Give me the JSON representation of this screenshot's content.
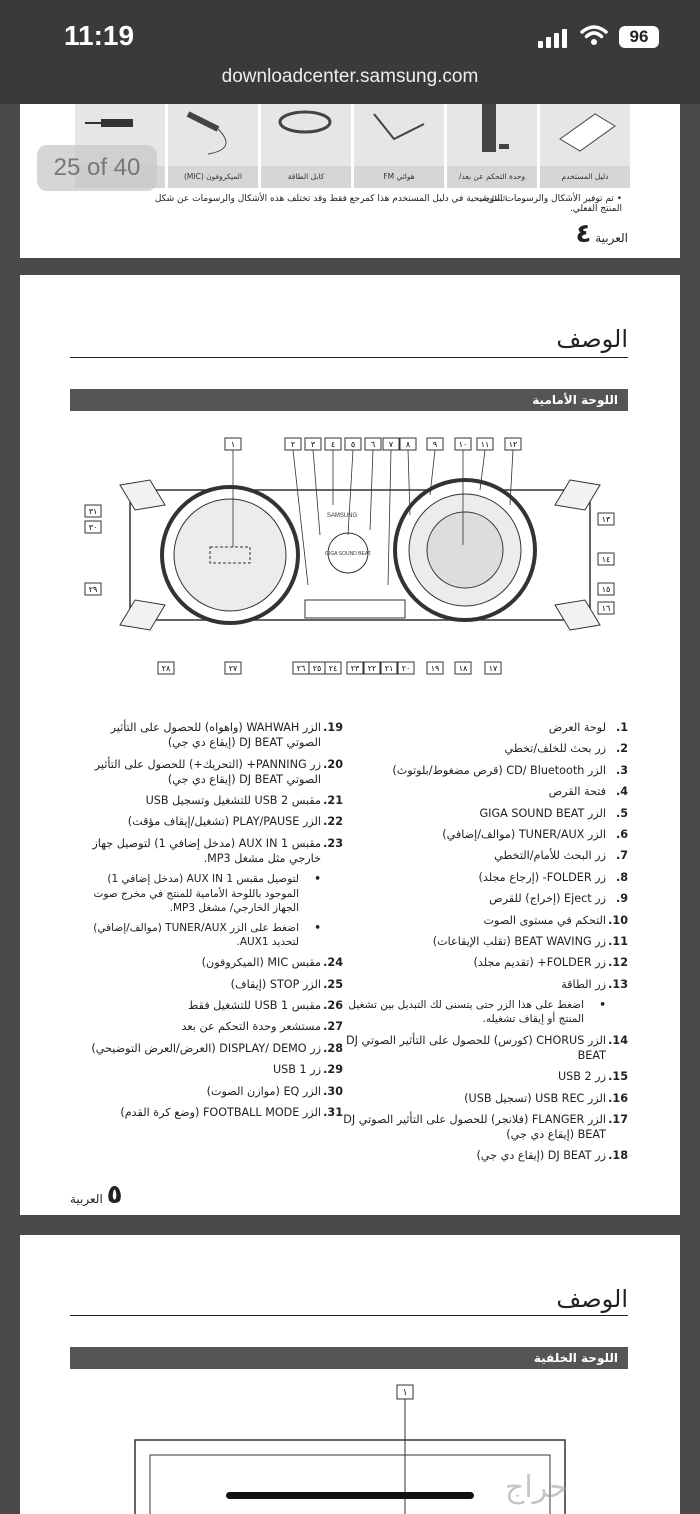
{
  "status_bar": {
    "time": "11:19",
    "battery": "96",
    "url": "downloadcenter.samsung.com"
  },
  "page1": {
    "pager": "25 of 40",
    "accessories": [
      {
        "name": "remote-control-icon",
        "label": "دليل المستخدم"
      },
      {
        "name": "remote-icon",
        "label": "وحدة التحكم عن بعد/ البطاريات"
      },
      {
        "name": "fm-antenna-icon",
        "label": "هوائي FM"
      },
      {
        "name": "power-cable-icon",
        "label": "كابل الطاقة"
      },
      {
        "name": "microphone-icon",
        "label": "الميكروفون (MIC)"
      },
      {
        "name": "adapter-icon",
        "label": ""
      }
    ],
    "note": "تم توفير الأشكال والرسومات التوضيحية في دليل المستخدم هذا كمرجع فقط وقد تختلف هذه الأشكال والرسومات عن شكل المنتج الفعلي.",
    "footer_num": "٤",
    "footer_lang": "العربية"
  },
  "page2": {
    "title": "الوصف",
    "section": "اللوحة الأمامية",
    "diagram_brand": "SAMSUNG",
    "diagram_text": "GIGA SOUND BEAT",
    "callouts_top": [
      "١",
      "٢",
      "٣",
      "٤",
      "٥",
      "٦",
      "٧",
      "٨",
      "٩",
      "١٠",
      "١١",
      "١٢"
    ],
    "callouts_right": [
      "١٣",
      "١٤",
      "١٥",
      "١٦"
    ],
    "callouts_bottom": [
      "١٧",
      "١٨",
      "١٩",
      "٢٠",
      "٢١",
      "٢٢",
      "٢٣",
      "٢٤",
      "٢٥",
      "٢٦",
      "٢٧",
      "٢٨"
    ],
    "callouts_left": [
      "٣١",
      "٣٠",
      "٢٩"
    ],
    "right_items": [
      {
        "num": "1.",
        "text": "لوحة العرض"
      },
      {
        "num": "2.",
        "text": "زر بحث للخلف/تخطي"
      },
      {
        "num": "3.",
        "text": "الزر CD/ Bluetooth (قرص مضغوط/بلوتوث)"
      },
      {
        "num": "4.",
        "text": "فتحة القرص"
      },
      {
        "num": "5.",
        "text": "الزر GIGA SOUND BEAT"
      },
      {
        "num": "6.",
        "text": "الزر TUNER/AUX (موالف/إضافي)"
      },
      {
        "num": "7.",
        "text": "زر البحث للأمام/التخطي"
      },
      {
        "num": "8.",
        "text": "زر FOLDER- (إرجاع مجلد)"
      },
      {
        "num": "9.",
        "text": "زر Eject (إخراج) للقرص"
      },
      {
        "num": "10.",
        "text": "التحكم في مستوى الصوت"
      },
      {
        "num": "11.",
        "text": "زر BEAT WAVING (تقلب الإيقاعات)"
      },
      {
        "num": "12.",
        "text": "زر FOLDER+ (تقديم مجلد)"
      },
      {
        "num": "13.",
        "text": "زر الطاقة"
      },
      {
        "num": "•",
        "text": "اضغط على هذا الزر حتى يتسنى لك التبديل بين تشغيل المنتج أو إيقاف تشغيله."
      },
      {
        "num": "14.",
        "text": "الزر CHORUS (كورس) للحصول على التأثير الصوتي DJ BEAT"
      },
      {
        "num": "15.",
        "text": "زر USB 2"
      },
      {
        "num": "16.",
        "text": "الزر USB REC (تسجيل USB)"
      },
      {
        "num": "17.",
        "text": "الزر FLANGER (فلانجر) للحصول على التأثير الصوتي DJ BEAT (إيقاع دي جي)"
      },
      {
        "num": "18.",
        "text": "زر DJ BEAT (إيقاع دي جي)"
      }
    ],
    "left_items": [
      {
        "num": "19.",
        "text": "الزر WAHWAH (واهواه) للحصول على التأثير الصوتي DJ BEAT (إيقاع دي جي)"
      },
      {
        "num": "20.",
        "text": "زر PANNING+ (التحريك+) للحصول على التأثير الصوتي DJ BEAT (إيقاع دي جي)"
      },
      {
        "num": "21.",
        "text": "مقبس USB 2 للتشغيل وتسجيل USB"
      },
      {
        "num": "22.",
        "text": "الزر PLAY/PAUSE (تشغيل/إيقاف مؤقت)"
      },
      {
        "num": "23.",
        "text": "مقبس AUX IN 1 (مدخل إضافي 1) لتوصيل جهاز خارجي مثل مشغل MP3."
      },
      {
        "num": "•",
        "text": "لتوصيل مقبس AUX IN 1 (مدخل إضافي 1) الموجود باللوحة الأمامية للمنتج في مخرج صوت الجهاز الخارجي/ مشغل MP3."
      },
      {
        "num": "•",
        "text": "اضغط على الزر TUNER/AUX (موالف/إضافي) لتحديد AUX1."
      },
      {
        "num": "24.",
        "text": "مقبس MIC (الميكروفون)"
      },
      {
        "num": "25.",
        "text": "الزر STOP (إيقاف)"
      },
      {
        "num": "26.",
        "text": "مقبس USB 1 للتشغيل فقط"
      },
      {
        "num": "27.",
        "text": "مستشعر وحدة التحكم عن بعد"
      },
      {
        "num": "28.",
        "text": "زر DISPLAY/ DEMO (العرض/العرض التوضيحي)"
      },
      {
        "num": "29.",
        "text": "زر USB 1"
      },
      {
        "num": "30.",
        "text": "الزر EQ (موازن الصوت)"
      },
      {
        "num": "31.",
        "text": "الزر FOOTBALL MODE (وضع كرة القدم)"
      }
    ],
    "footer_num": "٥",
    "footer_lang": "العربية"
  },
  "page3": {
    "title": "الوصف",
    "section": "اللوحة الخلفية",
    "callout": "١"
  },
  "watermark": "حراج"
}
